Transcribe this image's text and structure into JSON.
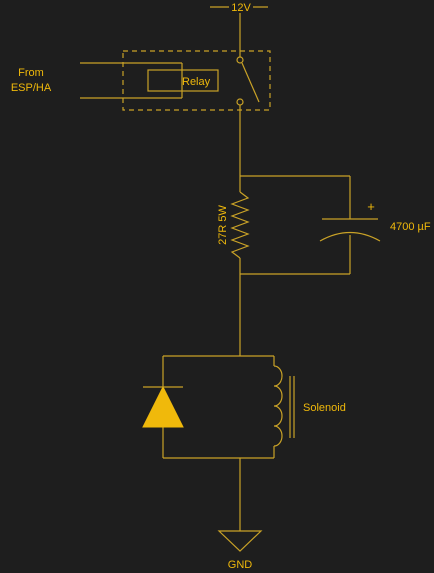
{
  "labels": {
    "supply": "12V",
    "input_line1": "From",
    "input_line2": "ESP/HA",
    "relay": "Relay",
    "resistor": "27R 5W",
    "capacitor": "4700 µF",
    "capacitor_polarity": "+",
    "solenoid": "Solenoid",
    "ground": "GND"
  },
  "colors": {
    "background": "#1e1e1e",
    "wire": "#c9a227",
    "text": "#f0b90b",
    "diode_fill": "#f0b90b"
  },
  "icons": {
    "relay": "relay-coil-icon",
    "switch": "relay-switch-icon",
    "resistor": "resistor-icon",
    "capacitor": "capacitor-icon",
    "diode": "diode-icon",
    "inductor": "solenoid-coil-icon",
    "ground": "ground-icon"
  }
}
